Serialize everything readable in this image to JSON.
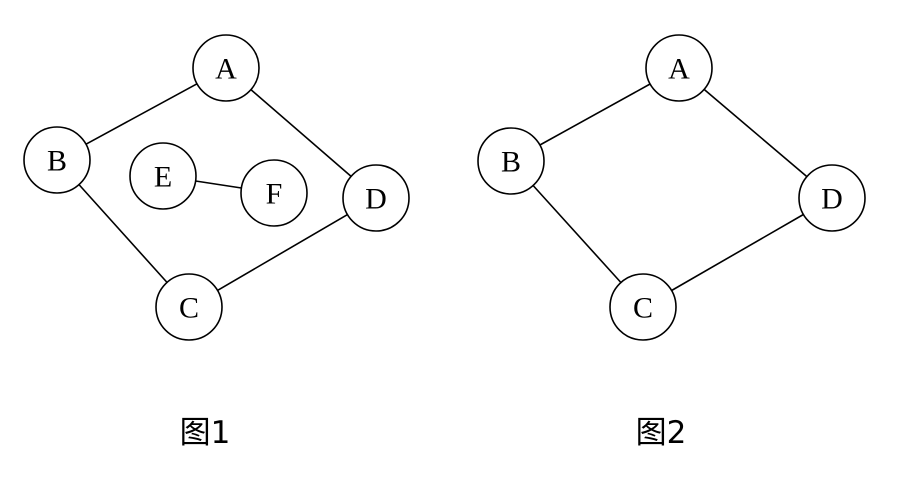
{
  "colors": {
    "stroke": "#000000",
    "node_fill": "#ffffff",
    "background": "#ffffff"
  },
  "figures": [
    {
      "caption": "图1",
      "nodes": [
        {
          "id": "A",
          "label": "A"
        },
        {
          "id": "B",
          "label": "B"
        },
        {
          "id": "C",
          "label": "C"
        },
        {
          "id": "D",
          "label": "D"
        },
        {
          "id": "E",
          "label": "E"
        },
        {
          "id": "F",
          "label": "F"
        }
      ],
      "edges": [
        {
          "from": "A",
          "to": "B"
        },
        {
          "from": "B",
          "to": "C"
        },
        {
          "from": "C",
          "to": "D"
        },
        {
          "from": "D",
          "to": "A"
        },
        {
          "from": "E",
          "to": "F"
        }
      ]
    },
    {
      "caption": "图2",
      "nodes": [
        {
          "id": "A",
          "label": "A"
        },
        {
          "id": "B",
          "label": "B"
        },
        {
          "id": "C",
          "label": "C"
        },
        {
          "id": "D",
          "label": "D"
        }
      ],
      "edges": [
        {
          "from": "A",
          "to": "B"
        },
        {
          "from": "B",
          "to": "C"
        },
        {
          "from": "C",
          "to": "D"
        },
        {
          "from": "D",
          "to": "A"
        }
      ]
    }
  ]
}
